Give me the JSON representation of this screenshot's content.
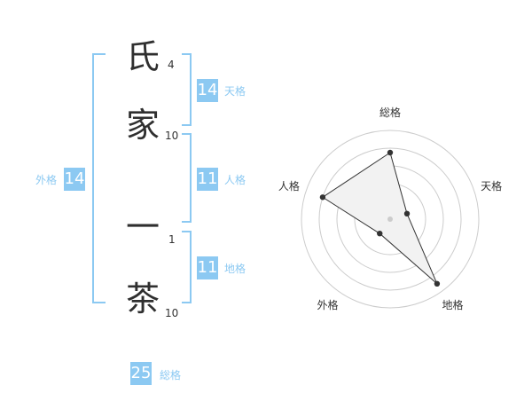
{
  "name": {
    "chars": [
      {
        "char": "氏",
        "strokes": "4"
      },
      {
        "char": "家",
        "strokes": "10"
      },
      {
        "char": "一",
        "strokes": "1"
      },
      {
        "char": "茶",
        "strokes": "10"
      }
    ]
  },
  "kaku": {
    "tenkaku": {
      "value": "14",
      "label": "天格"
    },
    "jinkaku": {
      "value": "11",
      "label": "人格"
    },
    "chikaku": {
      "value": "11",
      "label": "地格"
    },
    "gaikaku": {
      "value": "14",
      "label": "外格"
    },
    "soukaku": {
      "value": "25",
      "label": "総格"
    }
  },
  "colors": {
    "accent": "#8cc9f2",
    "text": "#2f2f2f",
    "grid": "#cccccc"
  },
  "chart_data": {
    "type": "radar",
    "axes": [
      "総格",
      "天格",
      "地格",
      "外格",
      "人格"
    ],
    "values": [
      0.75,
      0.2,
      0.9,
      0.2,
      0.8
    ],
    "rings": 5,
    "range": [
      0,
      1
    ]
  }
}
